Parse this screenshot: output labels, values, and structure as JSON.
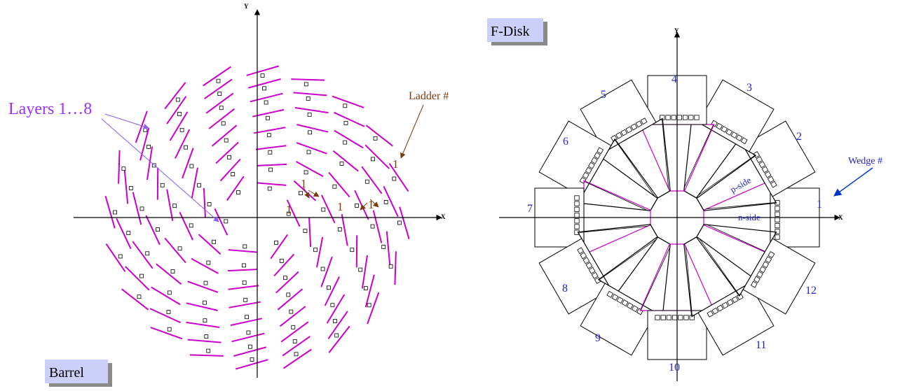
{
  "barrel": {
    "title": "Barrel",
    "axis_x": "X",
    "axis_y": "Y",
    "layers_label": "Layers 1…8",
    "ladder_label": "Ladder #",
    "ladder_markers": [
      "1",
      "1",
      "1",
      "1",
      "1"
    ]
  },
  "fdisk": {
    "title": "F-Disk",
    "axis_x": "X",
    "axis_y": "Y",
    "wedge_label": "Wedge #",
    "p_side_label": "p-side",
    "n_side_label": "n-side",
    "wedge_numbers": [
      "1",
      "2",
      "3",
      "4",
      "5",
      "6",
      "7",
      "8",
      "9",
      "10",
      "11",
      "12"
    ]
  },
  "colors": {
    "ladder": "#cc00cc",
    "layers_text": "#9b30ff",
    "ladder_label": "#7a3b0c",
    "wedge_numbers": "#2222cc",
    "wedge_arrow": "#0033cc",
    "tag_box": "#cbd0f8",
    "lines": "#000000"
  }
}
